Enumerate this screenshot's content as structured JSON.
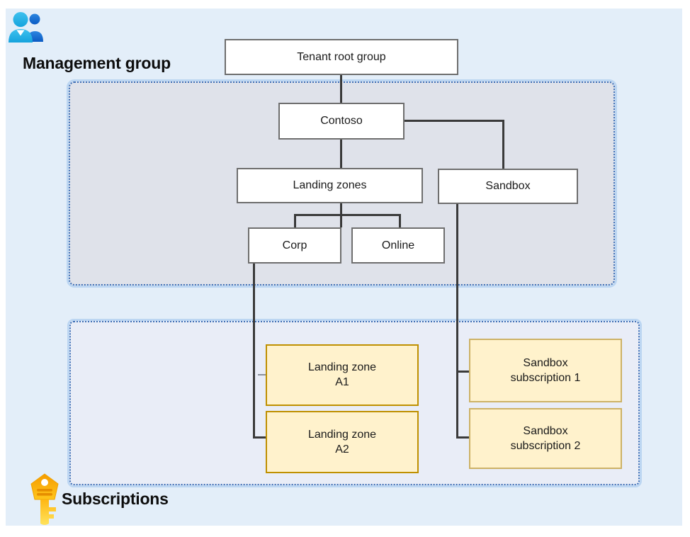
{
  "labels": {
    "management_group": "Management group",
    "subscriptions": "Subscriptions"
  },
  "nodes": {
    "tenant_root": {
      "label": "Tenant root group"
    },
    "contoso": {
      "label": "Contoso"
    },
    "landing_zones": {
      "label": "Landing zones"
    },
    "sandbox": {
      "label": "Sandbox"
    },
    "corp": {
      "label": "Corp"
    },
    "online": {
      "label": "Online"
    },
    "landing_zone_a1": {
      "line1": "Landing zone",
      "line2": "A1"
    },
    "landing_zone_a2": {
      "line1": "Landing zone",
      "line2": "A2"
    },
    "sandbox_sub_1": {
      "line1": "Sandbox",
      "line2": "subscription 1"
    },
    "sandbox_sub_2": {
      "line1": "Sandbox",
      "line2": "subscription 2"
    }
  },
  "icons": {
    "management_group": "people-icon",
    "subscriptions": "key-icon"
  },
  "colors": {
    "canvas": "#e3eef9",
    "mgmt_container_fill": "#dfe2ea",
    "subs_container_fill": "#e9edf7",
    "container_border": "#3f6fb5",
    "container_glow": "#bcd6f2",
    "node_fill": "#ffffff",
    "node_border": "#6e6e6e",
    "sub_fill": "#fff2cc",
    "lz_border": "#bf9000",
    "sb_border": "#cdb266",
    "connector": "#3a3a3a",
    "tick": "#8a909a",
    "text": "#1a1a1a"
  }
}
